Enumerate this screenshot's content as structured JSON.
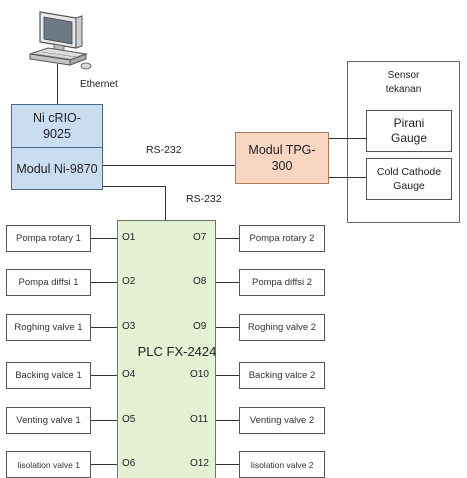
{
  "network": {
    "ethernet_label": "Ethernet",
    "rs232_label_top": "RS-232",
    "rs232_label_bottom": "RS-232"
  },
  "controller": {
    "crio_label": "Ni cRIO-9025",
    "modul_label": "Modul Ni-9870",
    "fill_color": "#c9dcf0"
  },
  "tpg": {
    "label": "Modul TPG-300",
    "fill_color": "#f8d6c2"
  },
  "sensor_group": {
    "title": "Sensor tekanan",
    "pirani": "Pirani Gauge",
    "cold_cathode": "Cold Cathode Gauge"
  },
  "plc": {
    "label": "PLC FX-2424",
    "fill_color": "#e6f0d4"
  },
  "outputs_left": [
    {
      "port": "O1",
      "device": "Pompa rotary 1"
    },
    {
      "port": "O2",
      "device": "Pompa diffsi 1"
    },
    {
      "port": "O3",
      "device": "Roghing valve 1"
    },
    {
      "port": "O4",
      "device": "Backing valce 1"
    },
    {
      "port": "O5",
      "device": "Venting valve 1"
    },
    {
      "port": "O6",
      "device": "Iisolation valve 1"
    }
  ],
  "outputs_right": [
    {
      "port": "O7",
      "device": "Pompa rotary 2"
    },
    {
      "port": "O8",
      "device": "Pompa diffsi 2"
    },
    {
      "port": "O9",
      "device": "Roghing valve 2"
    },
    {
      "port": "O10",
      "device": "Backing valce 2"
    },
    {
      "port": "O11",
      "device": "Venting valve 2"
    },
    {
      "port": "O12",
      "device": "Iisolation valve 2"
    }
  ]
}
